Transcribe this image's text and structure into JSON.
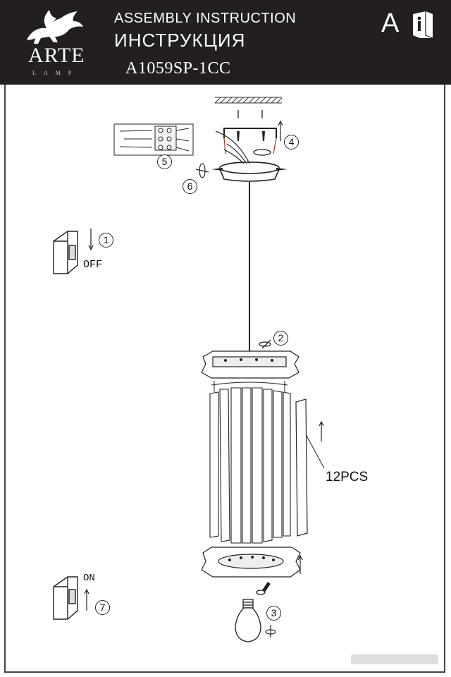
{
  "header": {
    "brand": "ARTE",
    "brand_sub": "LAMP",
    "title_en": "ASSEMBLY INSTRUCTION",
    "title_ru": "ИНСТРУКЦИЯ",
    "model": "A1059SP-1CC",
    "language_letter": "A",
    "info_icon": "info-book-icon"
  },
  "steps": {
    "s1": "1",
    "s2": "2",
    "s3": "3",
    "s4": "4",
    "s5": "5",
    "s6": "6",
    "s7": "7"
  },
  "labels": {
    "off": "OFF",
    "on": "ON",
    "pcs": "12PCS"
  },
  "colors": {
    "header_bg": "#231f20",
    "line": "#222222",
    "accent_red": "#c0392b"
  }
}
